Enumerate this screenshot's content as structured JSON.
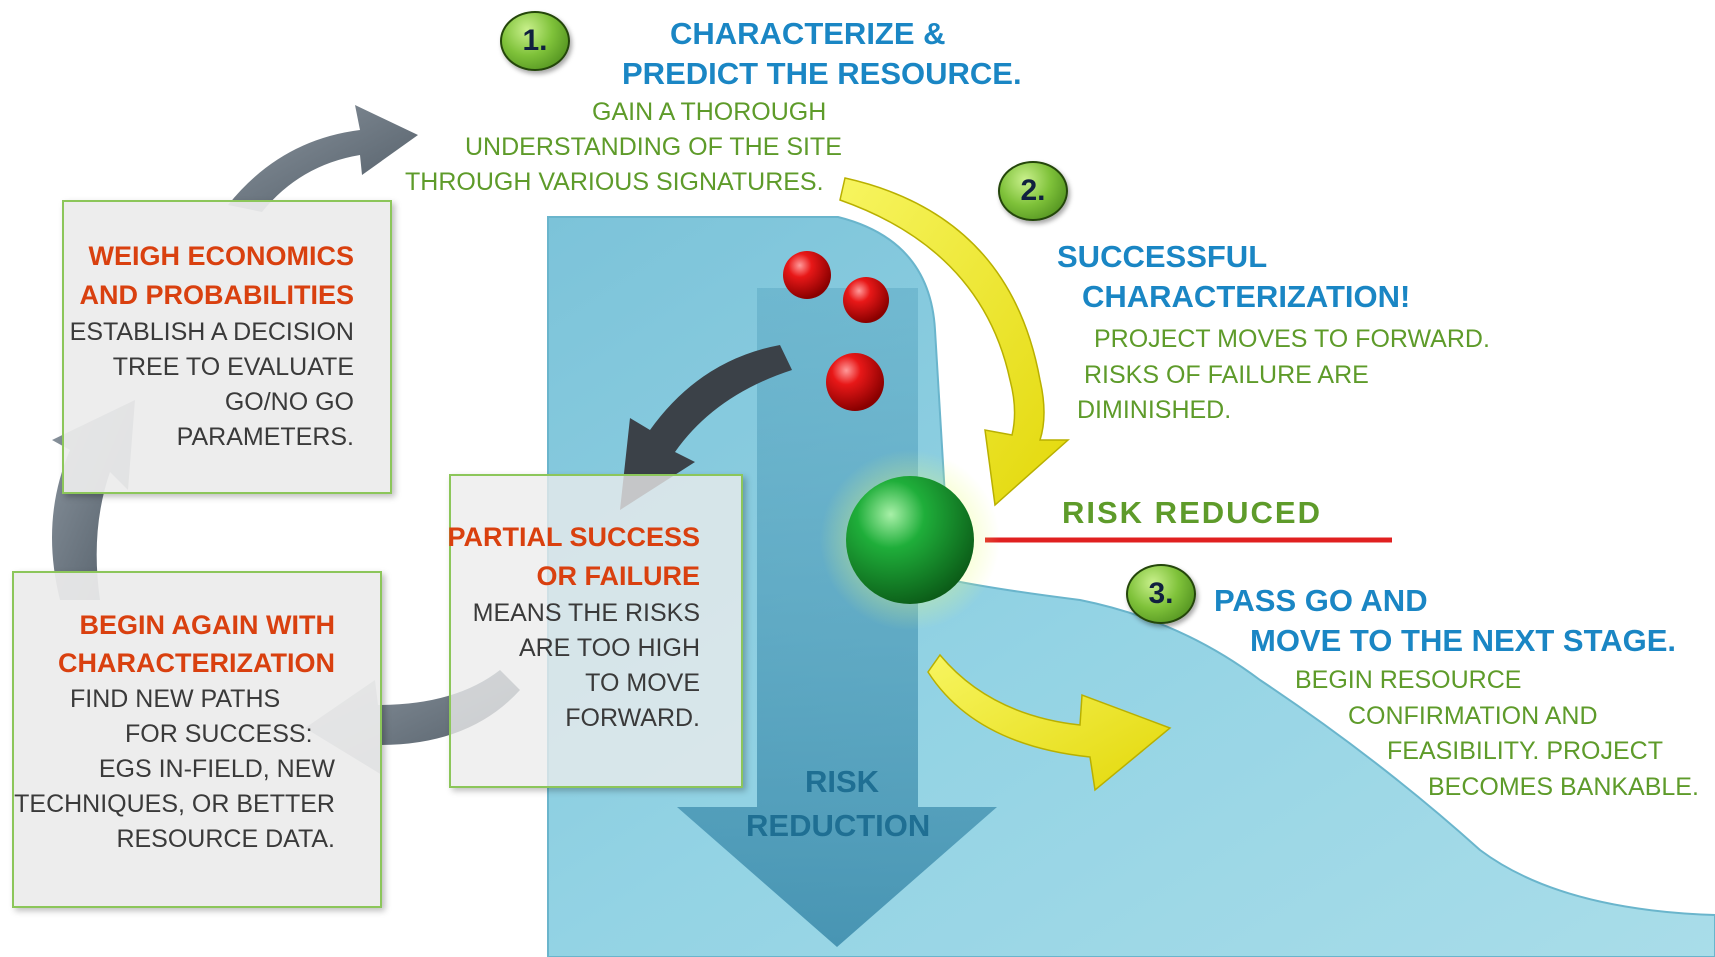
{
  "colors": {
    "accent_blue": "#1a86c4",
    "accent_green": "#5e9b2a",
    "accent_orange": "#d9400f",
    "risk_line": "#e02020",
    "hill": "#8fcfe0",
    "arrow_yellow": "#f2ee1c",
    "arrow_gray": "#6b7680",
    "arrow_dark": "#3b4148"
  },
  "step1": {
    "number": "1.",
    "title_lines": [
      "CHARACTERIZE &",
      "PREDICT THE RESOURCE."
    ],
    "body_lines": [
      "GAIN A THOROUGH",
      "UNDERSTANDING OF THE SITE",
      "THROUGH VARIOUS SIGNATURES."
    ]
  },
  "step2": {
    "number": "2.",
    "title_lines": [
      "SUCCESSFUL",
      "CHARACTERIZATION!"
    ],
    "body_lines": [
      "PROJECT MOVES TO FORWARD.",
      "RISKS OF FAILURE ARE",
      "DIMINISHED."
    ]
  },
  "step3": {
    "number": "3.",
    "title_lines": [
      "PASS GO AND",
      "MOVE TO THE NEXT STAGE."
    ],
    "body_lines": [
      "BEGIN RESOURCE",
      "CONFIRMATION AND",
      "FEASIBILITY. PROJECT",
      "BECOMES BANKABLE."
    ]
  },
  "risk_reduced_label": "RISK REDUCED",
  "risk_reduction_label": [
    "RISK",
    "REDUCTION"
  ],
  "box_weigh": {
    "title_lines": [
      "WEIGH ECONOMICS",
      "AND PROBABILITIES"
    ],
    "body_lines": [
      "ESTABLISH A DECISION",
      "TREE TO EVALUATE",
      "GO/NO GO",
      "PARAMETERS."
    ]
  },
  "box_partial": {
    "title_lines": [
      "PARTIAL SUCCESS",
      "OR FAILURE"
    ],
    "body_lines": [
      "MEANS THE RISKS",
      "ARE TOO HIGH",
      "TO MOVE",
      "FORWARD."
    ]
  },
  "box_begin": {
    "title_lines": [
      "BEGIN AGAIN WITH",
      "CHARACTERIZATION"
    ],
    "body_lines": [
      "FIND NEW PATHS",
      "FOR SUCCESS:",
      "EGS IN-FIELD, NEW",
      "TECHNIQUES, OR BETTER",
      "RESOURCE DATA."
    ]
  }
}
